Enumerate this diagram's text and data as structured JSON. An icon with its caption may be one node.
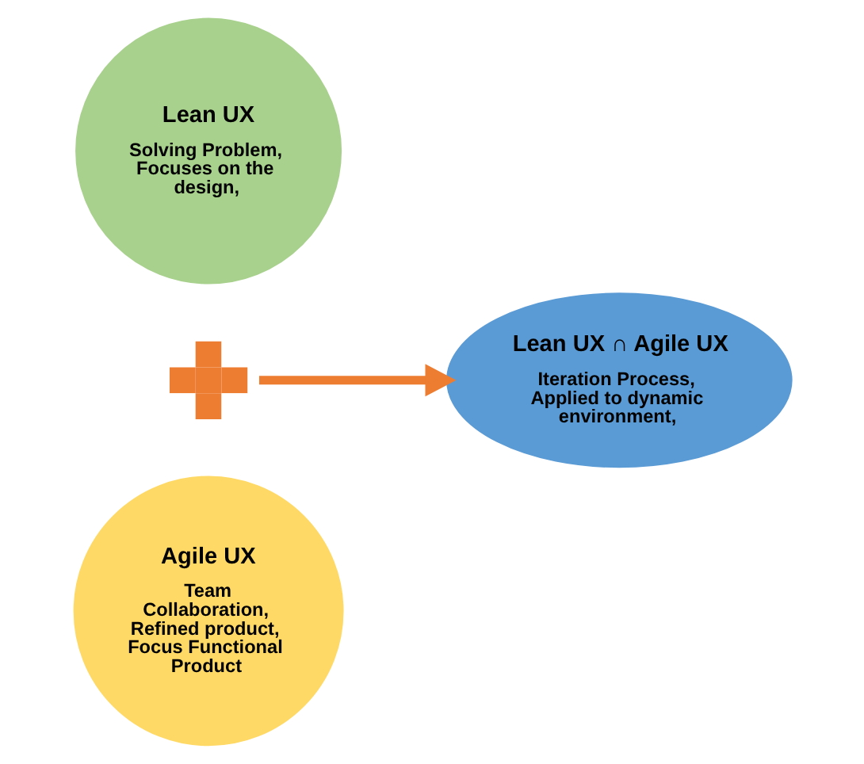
{
  "diagram": {
    "nodes": [
      {
        "text": [
          "Lean UX",
          "Solving Problem, Focuses on the design,"
        ]
      },
      {
        "text": [],
        "shape": "cross"
      },
      {
        "text": [
          "Agile UX",
          "Team Collaboration, Refined product, Focus Functional Product"
        ]
      },
      {
        "text": [
          "Lean UX ∩ Agile UX",
          "Iteration Process, Applied to dynamic environment,"
        ]
      }
    ],
    "edges": [
      {
        "from": 1,
        "to": 3,
        "arrow": "to"
      }
    ]
  }
}
